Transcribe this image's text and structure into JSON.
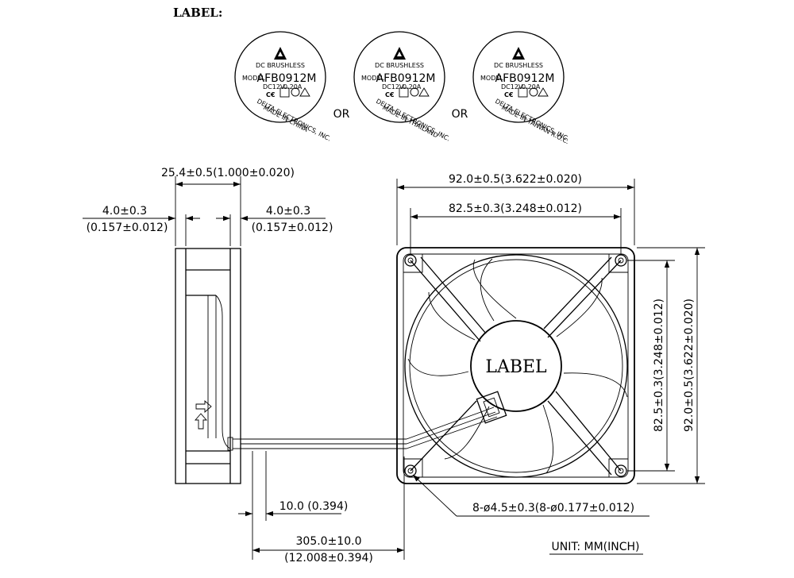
{
  "header": {
    "label_heading": "LABEL:"
  },
  "labels": [
    {
      "series": "DC BRUSHLESS",
      "model_caption": "MODEL",
      "model": "AFB0912M",
      "voltage": "DC12V",
      "current": "0.20A",
      "maker": "DELTA ELECTRONICS, INC.",
      "origin": "MADE IN CHINA"
    },
    {
      "series": "DC BRUSHLESS",
      "model_caption": "MODEL",
      "model": "AFB0912M",
      "voltage": "DC12V",
      "current": "0.20A",
      "maker": "DELTA ELECTRONICS, INC.",
      "origin": "MADE IN THAILAND"
    },
    {
      "series": "DC BRUSHLESS",
      "model_caption": "MODEL",
      "model": "AFB0912M",
      "voltage": "DC12V",
      "current": "0.20A",
      "maker": "DELTA ELECTRONICS, INC.",
      "origin": "MADE IN TAIWAN R.O.C."
    }
  ],
  "or_text": "OR",
  "hub_label": "LABEL",
  "dimensions": {
    "depth": "25.4±0.5(1.000±0.020)",
    "flange_left_mm": "4.0±0.3",
    "flange_left_in": "(0.157±0.012)",
    "flange_right_mm": "4.0±0.3",
    "flange_right_in": "(0.157±0.012)",
    "width_overall": "92.0±0.5(3.622±0.020)",
    "width_holes": "82.5±0.3(3.248±0.012)",
    "height_holes": "82.5±0.3(3.248±0.012)",
    "height_overall": "92.0±0.5(3.622±0.020)",
    "lead_strip": "10.0 (0.394)",
    "lead_length_mm": "305.0±10.0",
    "lead_length_in": "(12.008±0.394)",
    "holes": "8-ø4.5±0.3(8-ø0.177±0.012)"
  },
  "unit": "UNIT: MM(INCH)"
}
